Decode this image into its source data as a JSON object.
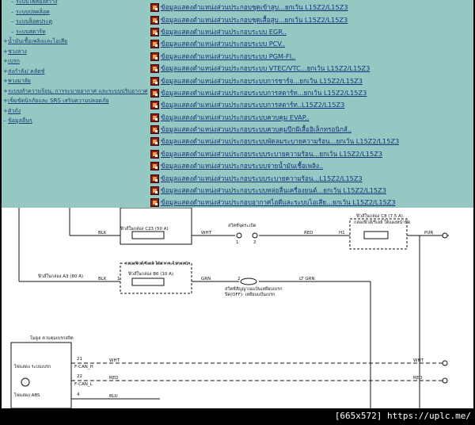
{
  "left_nav": [
    {
      "prefix": "–",
      "label": "ระบบไฟส่องสว่าง",
      "sub": true
    },
    {
      "prefix": "–",
      "label": "ระบบปลดล็อค",
      "sub": true
    },
    {
      "prefix": "–",
      "label": "ระบบล็อคประตู",
      "sub": true
    },
    {
      "prefix": "–",
      "label": "ระบบสตาร์ท",
      "sub": true
    },
    {
      "prefix": "+",
      "label": "น้ำมันเชื้อเพลิงและไอเสีย",
      "sub": false
    },
    {
      "prefix": "+",
      "label": "ช่วงล่าง",
      "sub": false
    },
    {
      "prefix": "+",
      "label": "เบรก",
      "sub": false
    },
    {
      "prefix": "+",
      "label": "ส่งกำลัง/ คลัตช์",
      "sub": false
    },
    {
      "prefix": "+",
      "label": "พวงมาลัย",
      "sub": false
    },
    {
      "prefix": "+",
      "label": "ระบบทำความร้อน, การระบายอากาศ และระบบปรับอากาศ",
      "sub": false
    },
    {
      "prefix": "+",
      "label": "เข็มขัดนิรภัยและ SRS เสริมความปลอดภัย",
      "sub": false
    },
    {
      "prefix": "+",
      "label": "ตัวถัง",
      "sub": false
    },
    {
      "prefix": "–",
      "label": "ข้อมูลอื่นๆ",
      "sub": false
    }
  ],
  "links": [
    "ข้อมูลแสดงตำแหน่งส่วนประกอบชุดเข้าสูบ...ยกเว้น L15Z2/L15Z3",
    "ข้อมูลแสดงตำแหน่งส่วนประกอบชุดเสื้อสูบ...ยกเว้น L15Z2/L15Z3",
    "ข้อมูลแสดงตำแหน่งส่วนประกอบระบบ EGR..",
    "ข้อมูลแสดงตำแหน่งส่วนประกอบระบบ PCV..",
    "ข้อมูลแสดงตำแหน่งส่วนประกอบระบบ PGM-FI..",
    "ข้อมูลแสดงตำแหน่งส่วนประกอบระบบ VTEC/VTC...ยกเว้น L15Z2/L15Z3",
    "ข้อมูลแสดงตำแหน่งส่วนประกอบระบบการชาร์จ...ยกเว้น L15Z2/L15Z3",
    "ข้อมูลแสดงตำแหน่งส่วนประกอบระบบการสตาร์ท...ยกเว้น L15Z2/L15Z3",
    "ข้อมูลแสดงตำแหน่งส่วนประกอบระบบการสตาร์ท..L15Z2/L15Z3",
    "ข้อมูลแสดงตำแหน่งส่วนประกอบระบบควบคุม EVAP..",
    "ข้อมูลแสดงตำแหน่งส่วนประกอบระบบควบคุมปีกผีเสื้ออิเล็กทรอนิกส์..",
    "ข้อมูลแสดงตำแหน่งส่วนประกอบระบบพัดลมระบายความร้อน...ยกเว้น L15Z2/L15Z3",
    "ข้อมูลแสดงตำแหน่งส่วนประกอบระบบระบายความร้อน...ยกเว้น L15Z2/L15Z3",
    "ข้อมูลแสดงตำแหน่งส่วนประกอบระบบจ่ายน้ำมันเชื้อเพลิง..",
    "ข้อมูลแสดงตำแหน่งส่วนประกอบระบบระบายความร้อน...L15Z2/L15Z3",
    "ข้อมูลแสดงตำแหน่งส่วนประกอบระบบหล่อลื่นเครื่องยนต์...ยกเว้น L15Z2/L15Z3",
    "ข้อมูลแสดงตำแหน่งส่วนประกอบอากาศไอดีและระบบไอเสีย...ยกเว้น L15Z2/L15Z3"
  ],
  "diagram": {
    "fuse_c23": "ฟิวส์ในกล่อง C23 (50 A)",
    "fuse_a3": "ฟิวส์ในกล่อง A3 (80 A)",
    "fuse_b6": "ฟิวส์ในกล่อง B6 (10 A)",
    "fuse_c8": "ฟิวส์ในกล่อง C8 (7.5 A)",
    "box_b_label": "กล่องฟิวส์/รีเลย์ ใต้ฝากระโปรงหน้า",
    "box_c_label": "กล่องฟิวส์/รีเลย์ ใต้แผงหน้าปัด",
    "ignition_switch": "สวิตช์จุดระเบิด",
    "brake_switch": "สวิตช์สัญญาณแป้นเหยียบเบรก",
    "brake_switch_note": "ปิด(OFF): เหยียบแป้นเบรก",
    "wire_blk_1": "BLK",
    "wire_blk_2": "BLK",
    "wire_wht": "WHT",
    "wire_red": "RED",
    "wire_pur": "PUR",
    "wire_grn": "GRN",
    "wire_ltgrn": "LT GRN",
    "wire_wht2": "WHT",
    "wire_wht3": "WHT",
    "wire_red2": "RED",
    "wire_red3": "RED",
    "wire_blu": "BLU",
    "ecu_label": "โมดูล ควบคุมเบรกสถิต",
    "sig_label_1": "ไฟแสดง ระบบเบรก",
    "sig_label_2": "ไฟแสดง ABS",
    "pin_21": "21",
    "pin_22": "22",
    "pin_4": "4",
    "pin_fcan_h": "F-CAN_H",
    "pin_fcan_l": "F-CAN_L",
    "pin_h1": "H1",
    "pin_1a": "1",
    "pin_2a": "2",
    "pin_1b": "1",
    "pin_2b": "2"
  },
  "watermark": "[665x572] https://uplc.me/"
}
